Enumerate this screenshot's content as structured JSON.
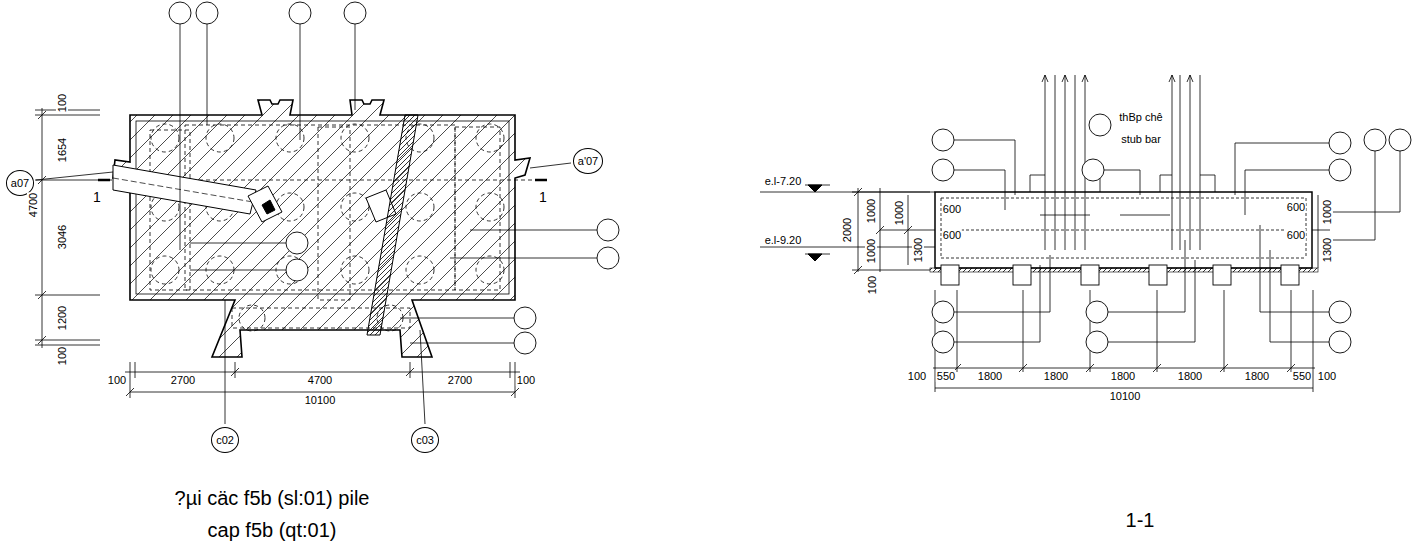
{
  "diagram": {
    "caption": "?µi cäc f5b (sl:01) pile cap f5b (qt:01)",
    "nodes": [
      {
        "text": [
          "a07"
        ]
      },
      {
        "text": [
          "a'07"
        ]
      },
      {
        "text": [
          "c02"
        ]
      },
      {
        "text": [
          "c03"
        ]
      }
    ],
    "edges": [],
    "labels": [
      "1",
      "1",
      "100",
      "1654",
      "4700",
      "3046",
      "1200",
      "100",
      "100",
      "2700",
      "4700",
      "2700",
      "100",
      "10100",
      "e.l-7.20",
      "e.l-9.20",
      "thBp chê",
      "stub bar",
      "2000",
      "1000",
      "1000",
      "1000",
      "1300",
      "100",
      "600",
      "600",
      "600",
      "600",
      "1000",
      "1300",
      "100",
      "550",
      "1800",
      "1800",
      "1800",
      "1800",
      "1800",
      "550",
      "100",
      "10100",
      "1-1"
    ]
  }
}
